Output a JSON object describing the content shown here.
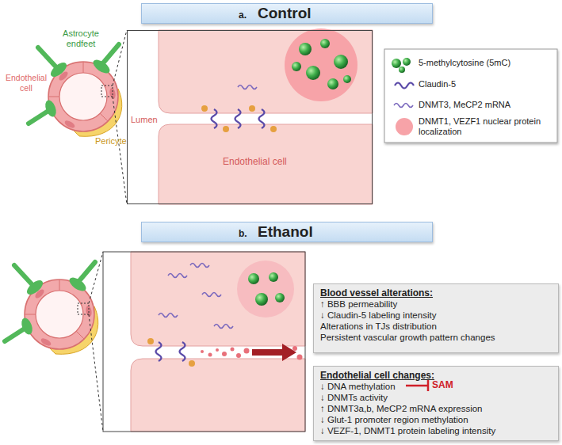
{
  "diagram": {
    "nodes": [
      {
        "text": [
          "a.",
          "Control"
        ]
      },
      {
        "text": [
          "Lumen",
          "Endothelial cell"
        ]
      },
      {
        "text": [
          "b.",
          "Ethanol"
        ]
      },
      {
        "text": [
          "Blood vessel alterations:",
          "↑ BBB permeability",
          "↓ Claudin-5 labeling intensity",
          "Alterations in TJs distribution",
          "Persistent vascular growth pattern changes"
        ]
      },
      {
        "text": [
          "Endothelial cell changes:",
          "↓ DNA methylation",
          "↓ DNMTs activity",
          "↑ DNMT3a,b, MeCP2 mRNA expression",
          "↓ Glut-1 promoter region methylation",
          "↓ VEZF-1, DNMT1 protein labeling intensity"
        ]
      }
    ],
    "labels": [
      "Astrocyte endfeet",
      "Endothelial cell",
      "Pericyte",
      "SAM"
    ],
    "legend": [
      {
        "text": "5-methylcytosine (5mC)"
      },
      {
        "text": "Claudin-5"
      },
      {
        "text": "DNMT3, MeCP2 mRNA"
      },
      {
        "text": "DNMT1, VEZF1 nuclear protein localization",
        "color": "#f7a3a8"
      }
    ]
  }
}
